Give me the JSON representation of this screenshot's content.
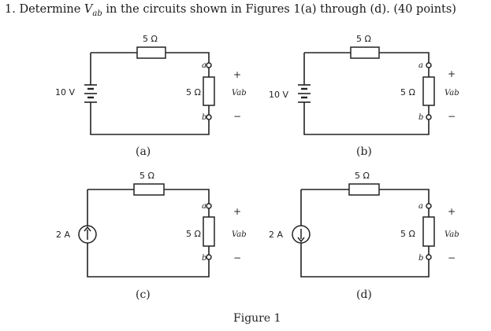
{
  "question": {
    "number": "1.",
    "prefix": "Determine",
    "var_main": "V",
    "var_sub": "ab",
    "suffix": "in the circuits shown in Figures 1(a) through (d). (40 points)"
  },
  "figure_caption": "Figure 1",
  "circuits": [
    {
      "id": "a",
      "caption": "(a)",
      "source_label": "10 V",
      "series_r": "5 Ω",
      "load_r": "5 Ω",
      "node_top": "a",
      "node_bottom": "b",
      "plus": "+",
      "minus": "−",
      "vab": "Vab"
    },
    {
      "id": "b",
      "caption": "(b)",
      "source_label": "10 V",
      "series_r": "5 Ω",
      "load_r": "5 Ω",
      "node_top": "a",
      "node_bottom": "b",
      "plus": "+",
      "minus": "−",
      "vab": "Vab"
    },
    {
      "id": "c",
      "caption": "(c)",
      "source_label": "2 A",
      "series_r": "5 Ω",
      "load_r": "5 Ω",
      "node_top": "a",
      "node_bottom": "b",
      "plus": "+",
      "minus": "−",
      "vab": "Vab"
    },
    {
      "id": "d",
      "caption": "(d)",
      "source_label": "2 A",
      "series_r": "5 Ω",
      "load_r": "5 Ω",
      "node_top": "a",
      "node_bottom": "b",
      "plus": "+",
      "minus": "−",
      "vab": "Vab"
    }
  ]
}
